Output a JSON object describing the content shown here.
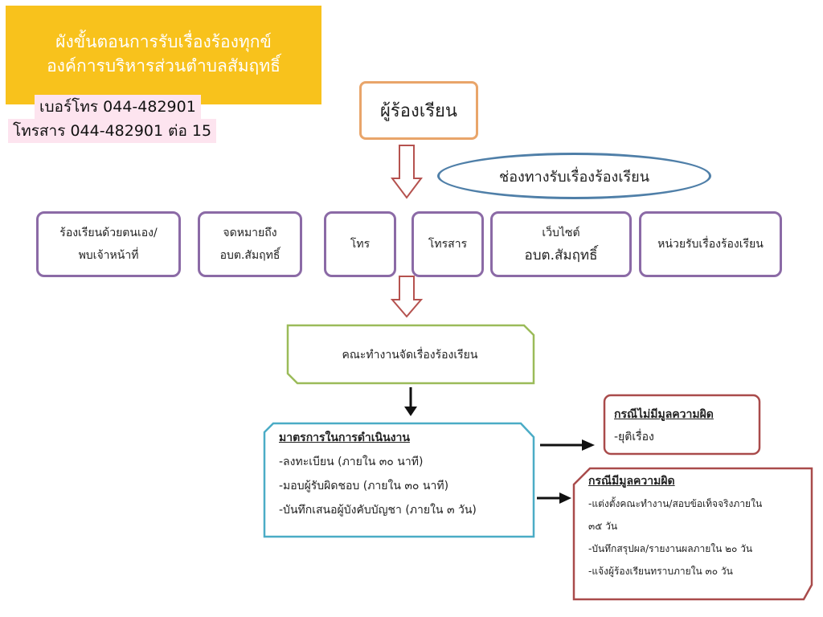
{
  "header": {
    "title_line1": "ผังขั้นตอนการรับเรื่องร้องทุกข์",
    "title_line2": "องค์การบริหารส่วนตำบลสัมฤทธิ์",
    "phone": "เบอร์โทร 044-482901",
    "fax": "โทรสาร 044-482901 ต่อ 15"
  },
  "applicant": "ผู้ร้องเรียน",
  "channels_label": "ช่องทางรับเรื่องร้องเรียน",
  "channels": [
    {
      "line1": "ร้องเรียนด้วยตนเอง/",
      "line2": "พบเจ้าหน้าที่"
    },
    {
      "line1": "จดหมายถึง",
      "line2": "อบต.สัมฤทธิ์"
    },
    {
      "line1": "โทร",
      "line2": ""
    },
    {
      "line1": "โทรสาร",
      "line2": ""
    },
    {
      "line1": "เว็บไซต์",
      "line2": "อบต.สัมฤทธิ์"
    },
    {
      "line1": "หน่วยรับเรื่องร้องเรียน",
      "line2": ""
    }
  ],
  "team": "คณะทำงานจัดเรื่องร้องเรียน",
  "measures": {
    "title": "มาตรการในการดำเนินงาน",
    "items": [
      "-ลงทะเบียน (ภายใน ๓๐ นาที)",
      "-มอบผู้รับผิดชอบ (ภายใน ๓๐ นาที)",
      "-บันทึกเสนอผู้บังคับบัญชา (ภายใน ๓ วัน)"
    ]
  },
  "no_fault": {
    "title": "กรณีไม่มีมูลความผิด",
    "items": [
      "-ยุติเรื่อง"
    ]
  },
  "fault": {
    "title": "กรณีมีมูลความผิด",
    "items": [
      "-แต่งตั้งคณะทำงาน/สอบข้อเท็จจริงภายใน",
      "๓๕ วัน",
      "-บันทึกสรุปผล/รายงานผลภายใน ๒๐ วัน",
      "-แจ้งผู้ร้องเรียนทราบภายใน ๓๐ วัน"
    ]
  },
  "colors": {
    "title_bg": "#f8c21c",
    "contact_bg": "#fde4ef",
    "applicant_border": "#e9a56a",
    "channel_border": "#8b6aa6",
    "ellipse_border": "#4f7fa8",
    "team_border": "#9bbb59",
    "measure_border": "#4bacc6",
    "fault_border": "#a94b4b",
    "arrow_outline": "#b5524f"
  }
}
